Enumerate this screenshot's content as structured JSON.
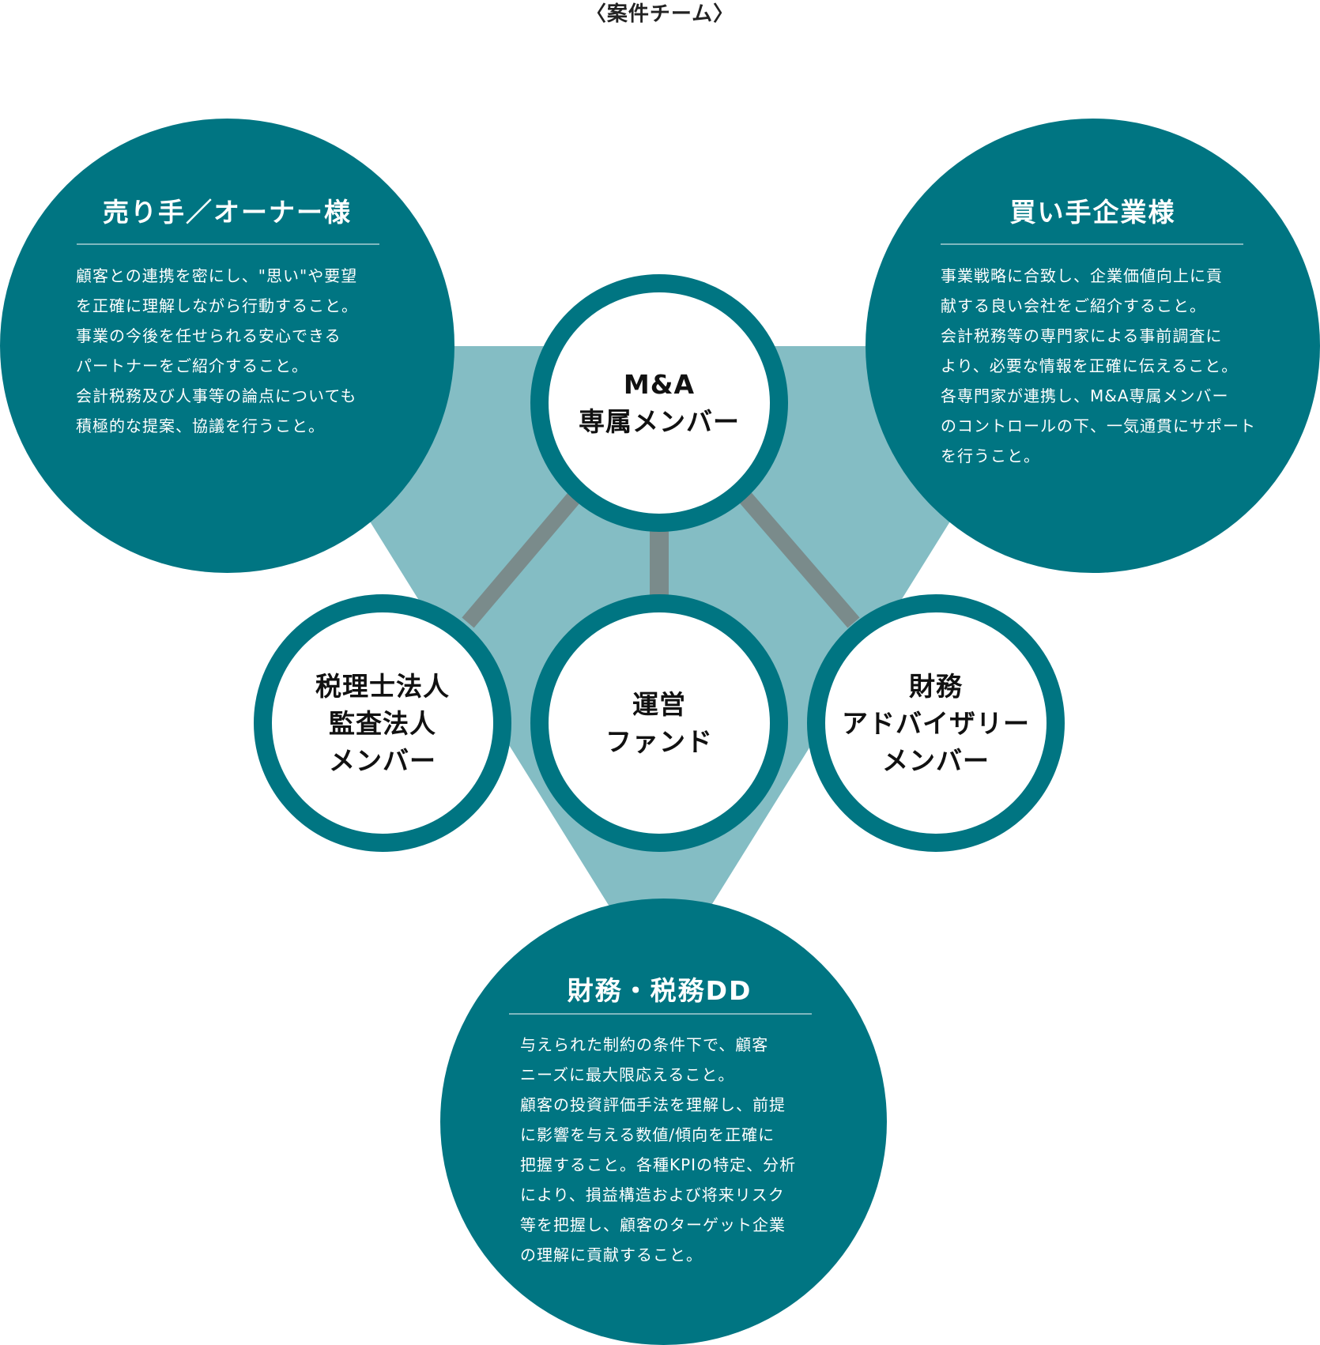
{
  "title": "〈案件チーム〉",
  "colors": {
    "primary_teal": "#007582",
    "light_teal": "#84bdc4",
    "connector_gray": "#7a8b8b",
    "white": "#ffffff"
  },
  "seller": {
    "heading": "売り手／オーナー様",
    "lines": [
      "顧客との連携を密にし、\"思い\"や要望",
      "を正確に理解しながら行動すること。",
      "事業の今後を任せられる安心できる",
      "パートナーをご紹介すること。",
      "会計税務及び人事等の論点についても",
      "積極的な提案、協議を行うこと。"
    ]
  },
  "buyer": {
    "heading": "買い手企業様",
    "lines": [
      "事業戦略に合致し、企業価値向上に貢",
      "献する良い会社をご紹介すること。",
      "会計税務等の専門家による事前調査に",
      "より、必要な情報を正確に伝えること。",
      "各専門家が連携し、M&A専属メンバー",
      "のコントロールの下、一気通貫にサポート",
      "を行うこと。"
    ]
  },
  "dd": {
    "heading": "財務・税務DD",
    "lines": [
      "与えられた制約の条件下で、顧客",
      "ニーズに最大限応えること。",
      "顧客の投資評価手法を理解し、前提",
      "に影響を与える数値/傾向を正確に",
      "把握すること。各種KPIの特定、分析",
      "により、損益構造および将来リスク",
      "等を把握し、顧客のターゲット企業",
      "の理解に貢献すること。"
    ]
  },
  "team": {
    "ma": [
      "M&A",
      "専属メンバー"
    ],
    "tax": [
      "税理士法人",
      "監査法人",
      "メンバー"
    ],
    "fund": [
      "運営",
      "ファンド"
    ],
    "fa": [
      "財務",
      "アドバイザリー",
      "メンバー"
    ]
  }
}
